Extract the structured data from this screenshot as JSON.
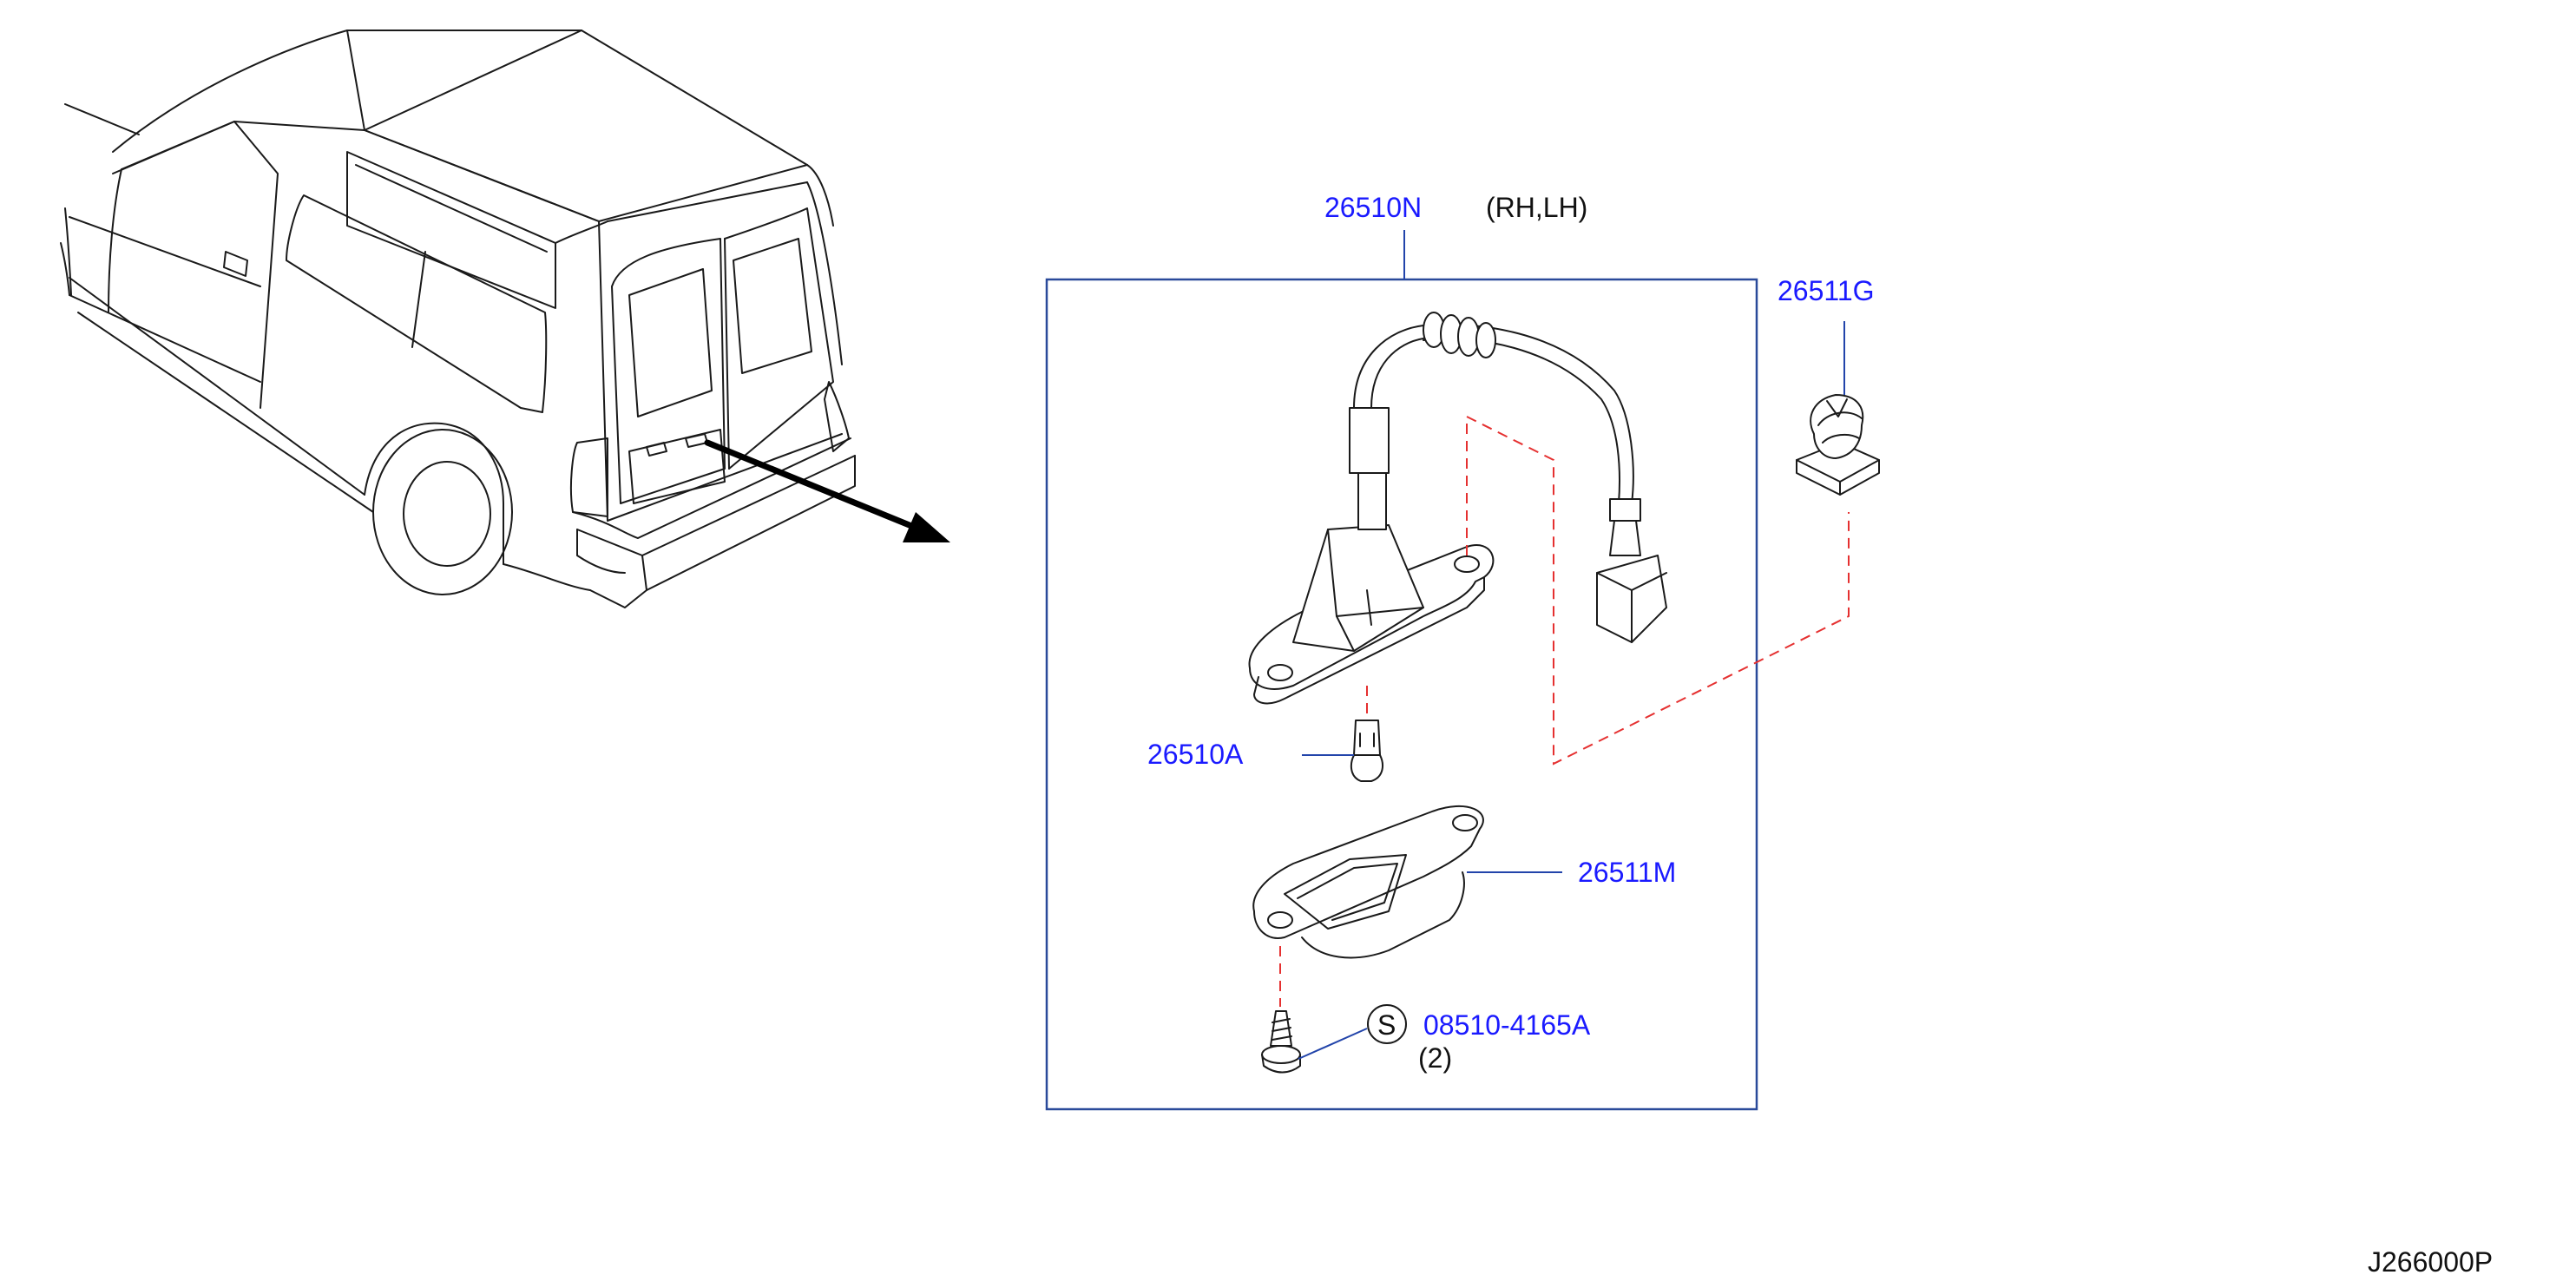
{
  "diagram": {
    "labels": {
      "p26510n": "26510N",
      "rhlh": "(RH,LH)",
      "p26511g": "26511G",
      "p26510a": "26510A",
      "p26511m": "26511M",
      "p08510": "08510-4165A",
      "screw_symbol": "S",
      "screw_qty": "(2)",
      "drawing_code": "J266000P"
    },
    "colors": {
      "part_number": "#1a1aff",
      "leader": "#2244aa",
      "dashed_guide": "#e53030",
      "outline": "#1a1a1a"
    }
  }
}
